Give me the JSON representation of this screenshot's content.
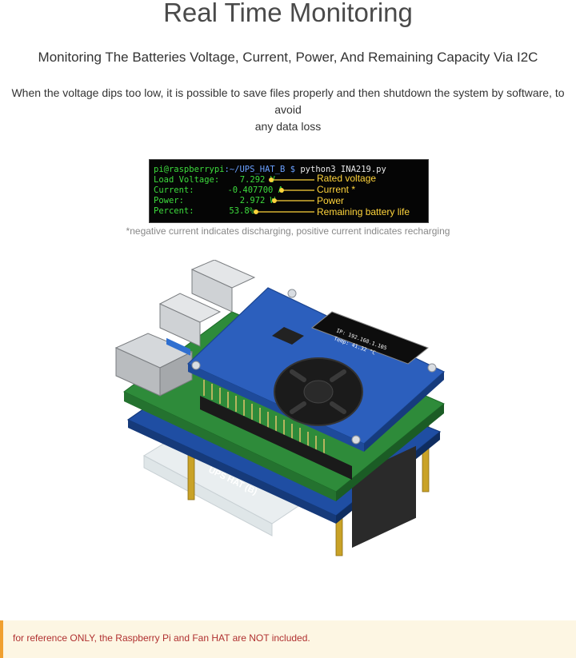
{
  "header": {
    "title": "Real Time Monitoring",
    "subtitle": "Monitoring The Batteries Voltage, Current, Power, And Remaining Capacity Via I2C",
    "description_line1": "When the voltage dips too low, it is possible to save files properly and then shutdown the system by software, to avoid",
    "description_line2": "any data loss"
  },
  "terminal": {
    "prompt_user": "pi@raspberrypi",
    "prompt_path": ":~/UPS_HAT_B $",
    "command": " python3 INA219.py",
    "rows": [
      {
        "label": "Load Voltage:",
        "value": "7.292 V",
        "annotation": "Rated voltage"
      },
      {
        "label": "Current:",
        "value": "-0.407700 A",
        "annotation": "Current *"
      },
      {
        "label": "Power:",
        "value": "2.972 W",
        "annotation": "Power"
      },
      {
        "label": "Percent:",
        "value": "53.8%",
        "annotation": "Remaining battery life"
      }
    ],
    "annotation_color": "#ffd43b",
    "text_color": "#3ddc3d"
  },
  "note": "*negative current indicates discharging, positive current indicates recharging",
  "product": {
    "oled_line1": "IP: 192.168.1.105",
    "oled_line2": "Temp: 41.32 °C",
    "board_label": "UPS HAT (B)"
  },
  "footer": {
    "text": "for reference ONLY, the Raspberry Pi and Fan HAT are NOT included."
  }
}
